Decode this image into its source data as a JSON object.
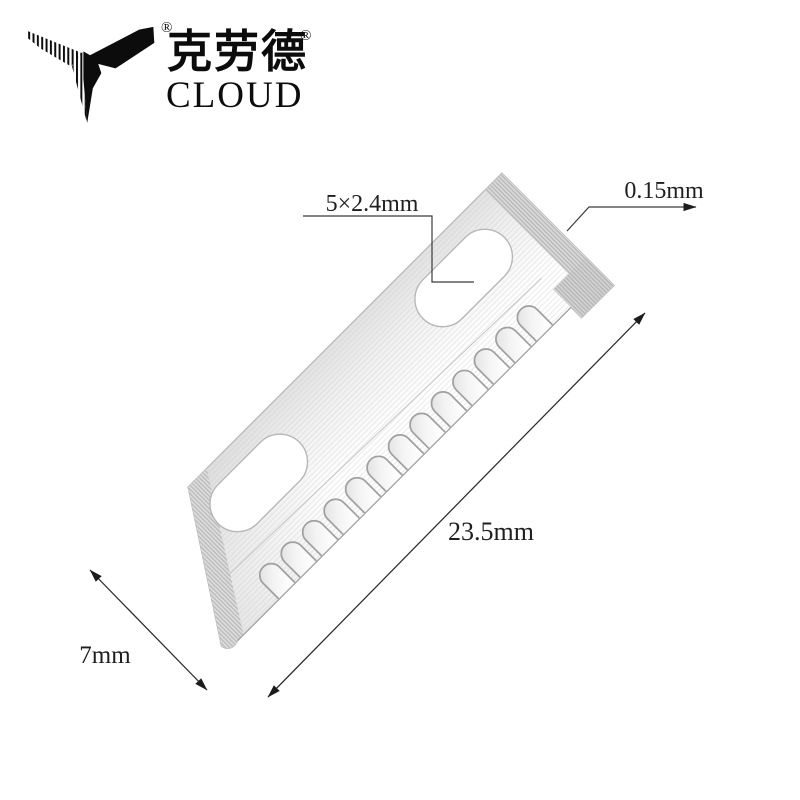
{
  "brand": {
    "name_cn": "克劳德",
    "name_en": "CLOUD",
    "registered_mark": "®"
  },
  "diagram": {
    "dimensions": {
      "slot": "5×2.4mm",
      "thickness": "0.15mm",
      "length": "23.5mm",
      "width": "7mm"
    },
    "teeth_count": 13
  },
  "colors": {
    "background": "#ffffff",
    "annotation_line": "#2a2a2a",
    "blade_outline": "#b4b4b4",
    "logo_ink": "#0c0c0c"
  }
}
